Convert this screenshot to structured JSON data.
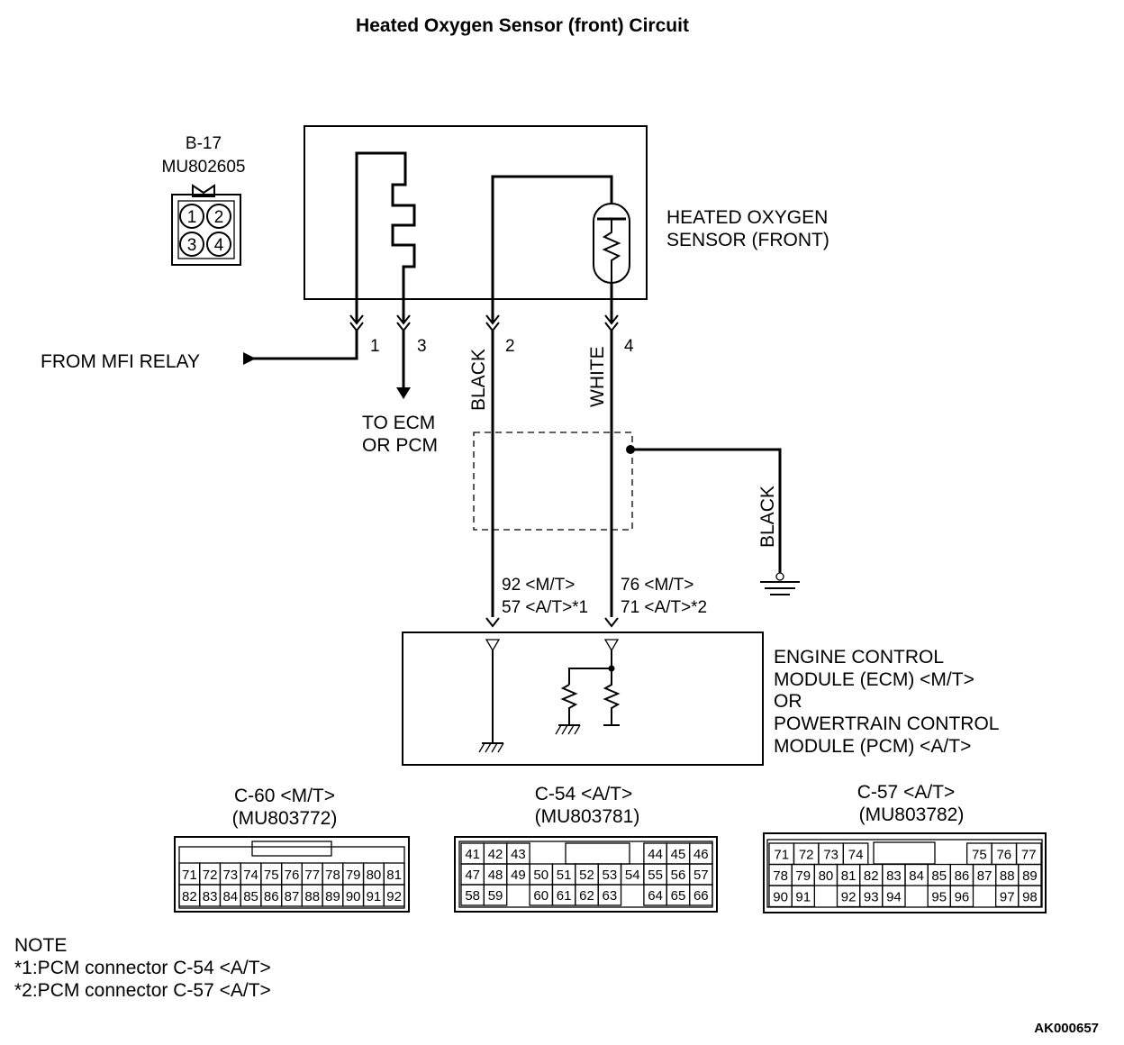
{
  "title": "Heated Oxygen Sensor (front) Circuit",
  "sensor_connector": {
    "id": "B-17",
    "part": "MU802605",
    "pins": [
      "1",
      "2",
      "3",
      "4"
    ]
  },
  "sensor_label": [
    "HEATED OXYGEN",
    "SENSOR (FRONT)"
  ],
  "wires": {
    "pin1": "1",
    "pin3": "3",
    "pin2": "2",
    "pin4": "4",
    "black": "BLACK",
    "white": "WHITE",
    "shield_black": "BLACK",
    "from_relay": "FROM MFI RELAY",
    "to_ecm": [
      "TO ECM",
      "OR PCM"
    ],
    "ecm_pin_black": [
      "92 <M/T>",
      "57 <A/T>*1"
    ],
    "ecm_pin_white": [
      "76 <M/T>",
      "71 <A/T>*2"
    ]
  },
  "module_label": [
    "ENGINE CONTROL",
    "MODULE (ECM) <M/T>",
    "OR",
    "POWERTRAIN CONTROL",
    "MODULE (PCM) <A/T>"
  ],
  "connectors": [
    {
      "name": "C-60 <M/T>",
      "part": "(MU803772)",
      "rows": [
        [
          "71",
          "72",
          "73",
          "74",
          "75",
          "76",
          "77",
          "78",
          "79",
          "80",
          "81"
        ],
        [
          "82",
          "83",
          "84",
          "85",
          "86",
          "87",
          "88",
          "89",
          "90",
          "91",
          "92"
        ]
      ]
    },
    {
      "name": "C-54 <A/T>",
      "part": "(MU803781)",
      "rows": [
        [
          "41",
          "42",
          "43",
          "",
          "",
          "",
          "",
          "",
          "44",
          "45",
          "46"
        ],
        [
          "47",
          "48",
          "49",
          "50",
          "51",
          "52",
          "53",
          "54",
          "55",
          "56",
          "57"
        ],
        [
          "58",
          "59",
          "",
          "60",
          "61",
          "62",
          "63",
          "",
          "64",
          "65",
          "66"
        ]
      ]
    },
    {
      "name": "C-57 <A/T>",
      "part": "(MU803782)",
      "rows": [
        [
          "71",
          "72",
          "73",
          "74",
          "",
          "",
          "",
          "",
          "75",
          "76",
          "77"
        ],
        [
          "78",
          "79",
          "80",
          "81",
          "82",
          "83",
          "84",
          "85",
          "86",
          "87",
          "88",
          "89"
        ],
        [
          "90",
          "91",
          "",
          "92",
          "93",
          "94",
          "",
          "95",
          "96",
          "",
          "97",
          "98"
        ]
      ]
    }
  ],
  "note": {
    "heading": "NOTE",
    "lines": [
      "*1:PCM connector C-54 <A/T>",
      "*2:PCM connector C-57 <A/T>"
    ]
  },
  "reference": "AK000657"
}
